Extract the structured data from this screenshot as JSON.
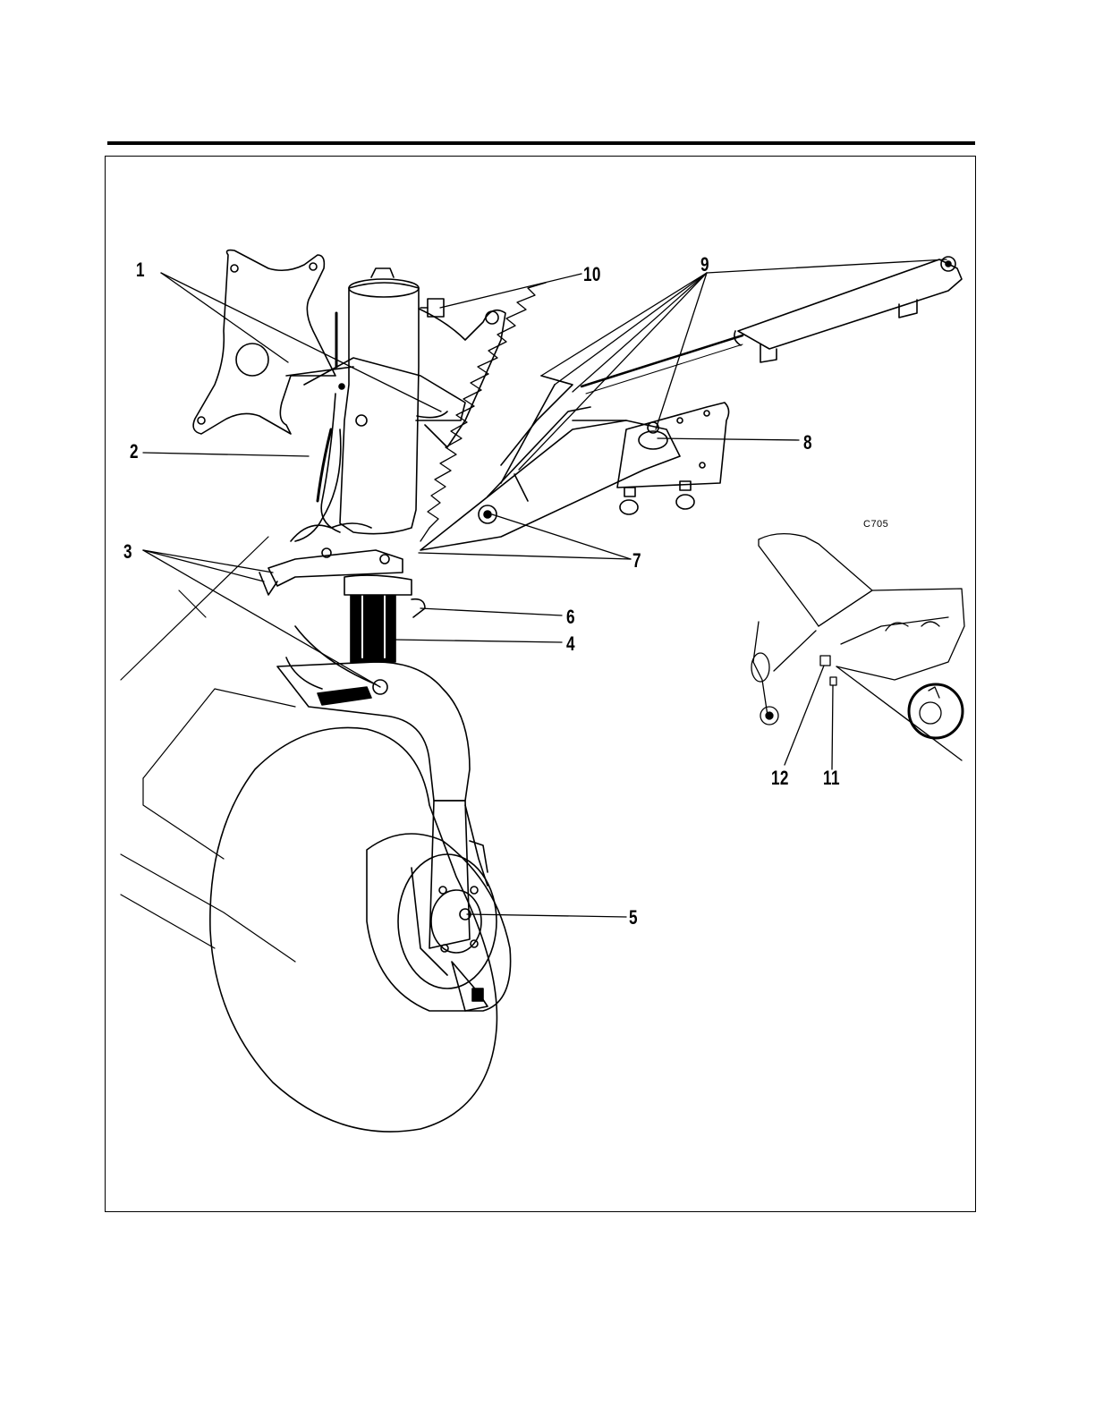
{
  "figure": {
    "figure_code": "C705",
    "callouts": [
      "1",
      "2",
      "3",
      "4",
      "5",
      "6",
      "7",
      "8",
      "9",
      "10",
      "11",
      "12"
    ]
  }
}
